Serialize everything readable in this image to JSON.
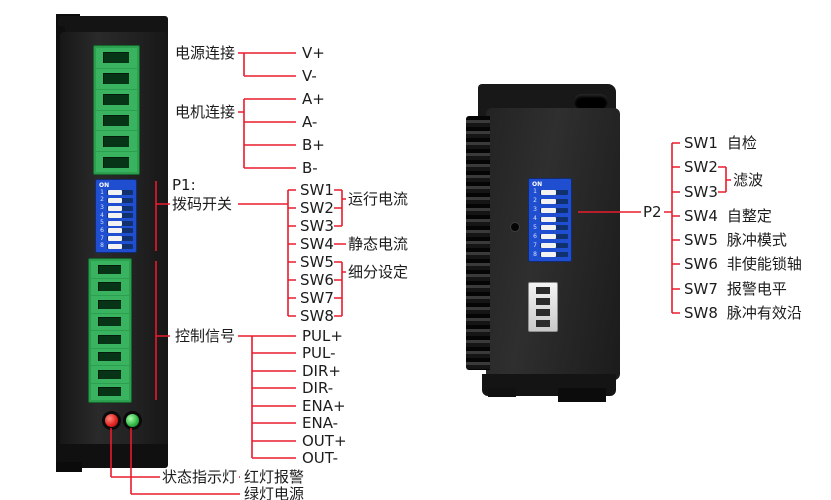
{
  "colors": {
    "line": "#ea1b2d",
    "terminal_green": "#2ca04e",
    "dip_blue": "#1f4fd0",
    "led_red": "#e02020",
    "led_green": "#2db441"
  },
  "left": {
    "groups": {
      "power": {
        "label": "电源连接",
        "pins": [
          "V+",
          "V-"
        ]
      },
      "motor": {
        "label": "电机连接",
        "pins": [
          "A+",
          "A-",
          "B+",
          "B-"
        ]
      },
      "p1": {
        "label_line1": "P1:",
        "label_line2": "拨码开关",
        "pins": [
          "SW1",
          "SW2",
          "SW3",
          "SW4",
          "SW5",
          "SW6",
          "SW7",
          "SW8"
        ]
      },
      "control": {
        "label": "控制信号",
        "pins": [
          "PUL+",
          "PUL-",
          "DIR+",
          "DIR-",
          "ENA+",
          "ENA-",
          "OUT+",
          "OUT-"
        ]
      },
      "status": {
        "label": "状态指示灯",
        "items": [
          "红灯报警",
          "绿灯电源"
        ]
      }
    },
    "sw_functions": {
      "run_current": "运行电流",
      "idle_current": "静态电流",
      "microstep": "细分设定"
    }
  },
  "right": {
    "port_label": "P2",
    "switches": [
      {
        "name": "SW1",
        "desc": "自检"
      },
      {
        "name": "SW2",
        "desc": ""
      },
      {
        "name": "SW3",
        "desc": ""
      },
      {
        "name": "SW4",
        "desc": "自整定"
      },
      {
        "name": "SW5",
        "desc": "脉冲模式"
      },
      {
        "name": "SW6",
        "desc": "非使能锁轴"
      },
      {
        "name": "SW7",
        "desc": "报警电平"
      },
      {
        "name": "SW8",
        "desc": "脉冲有效沿"
      }
    ],
    "sw23_function": "滤波"
  },
  "dip": {
    "on": "ON",
    "numbers": [
      "1",
      "2",
      "3",
      "4",
      "5",
      "6",
      "7",
      "8"
    ]
  }
}
